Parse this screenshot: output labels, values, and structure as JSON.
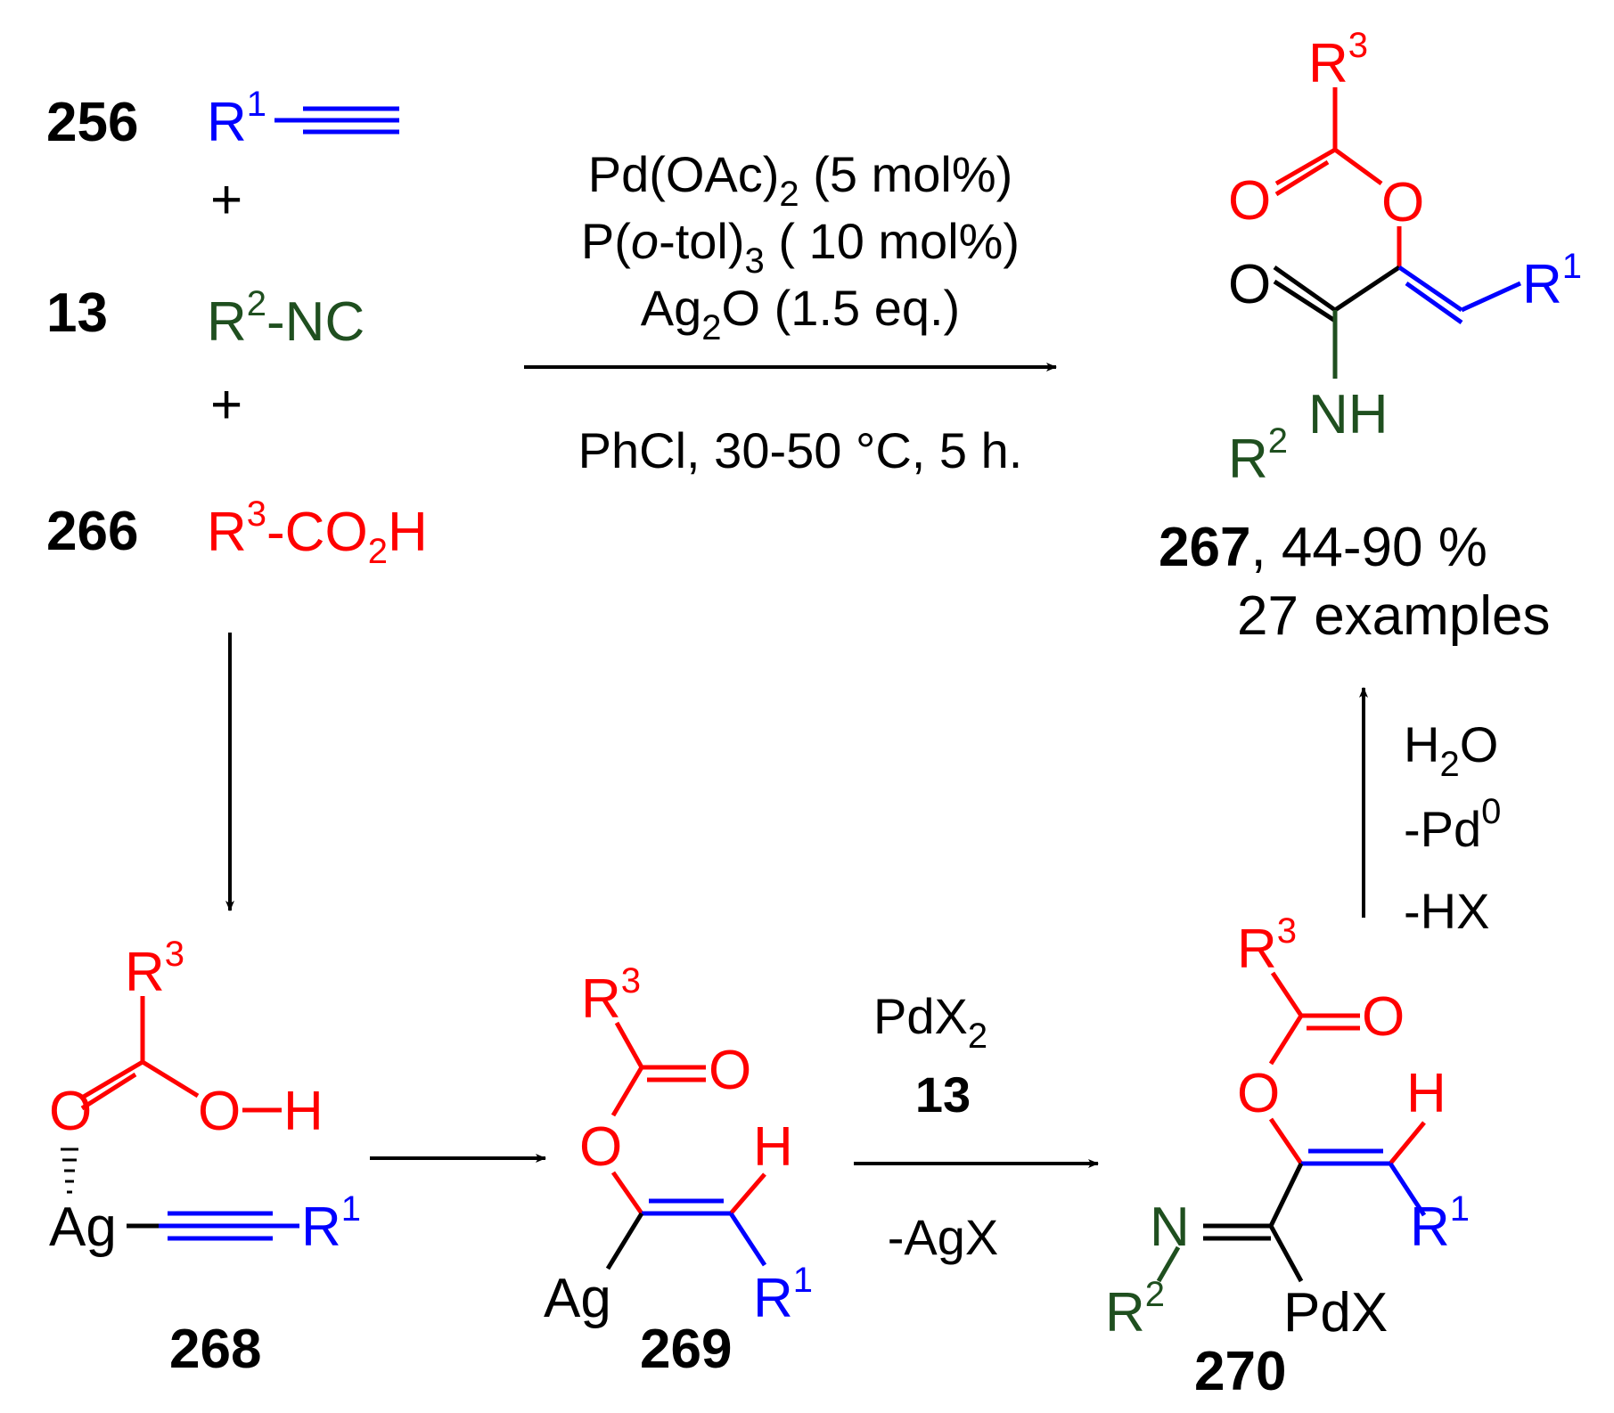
{
  "colors": {
    "black": "#000000",
    "red": "#ff0000",
    "blue": "#0000ff",
    "green": "#1f4f1f"
  },
  "reactants": {
    "alkyne": {
      "number": "256",
      "r": "R",
      "r_sup": "1"
    },
    "plus1": "+",
    "isocyanide": {
      "number": "13",
      "r": "R",
      "r_sup": "2",
      "rest": "-NC"
    },
    "plus2": "+",
    "acid": {
      "number": "266",
      "r": "R",
      "r_sup": "3",
      "mid": "-CO",
      "sub": "2",
      "end": "H"
    }
  },
  "conditions_main": {
    "line1_a": "Pd(OAc)",
    "line1_sub": "2",
    "line1_b": " (5 mol%)",
    "line2_a": "P(",
    "line2_ital": "o",
    "line2_b": "-tol)",
    "line2_sub": "3",
    "line2_c": " ( 10 mol%)",
    "line3_a": "Ag",
    "line3_sub": "2",
    "line3_b": "O (1.5 eq.)",
    "line4": "PhCl, 30-50 °C, 5 h."
  },
  "product": {
    "number": "267",
    "yield": ", 44-90 %",
    "examples": "27 examples",
    "atoms": {
      "o_carbonyl_ester": "O",
      "o_ester": "O",
      "o_amide": "O",
      "nh": "NH",
      "r1": "R",
      "r1_sup": "1",
      "r2": "R",
      "r2_sup": "2",
      "r3": "R",
      "r3_sup": "3"
    }
  },
  "step_up": {
    "line1_a": "H",
    "line1_sub": "2",
    "line1_b": "O",
    "line2_a": "-Pd",
    "line2_sup": "0",
    "line3": "-HX"
  },
  "intermediate_268": {
    "number": "268",
    "atoms": {
      "r3": "R",
      "r3_sup": "3",
      "o_carbonyl": "O",
      "oh": "O",
      "h": "H",
      "ag": "Ag",
      "r1": "R",
      "r1_sup": "1"
    }
  },
  "intermediate_269": {
    "number": "269",
    "atoms": {
      "r3": "R",
      "r3_sup": "3",
      "o_carbonyl": "O",
      "o_ester": "O",
      "h": "H",
      "ag": "Ag",
      "r1": "R",
      "r1_sup": "1"
    }
  },
  "step_269_270": {
    "line1_a": "PdX",
    "line1_sub": "2",
    "line2": "13",
    "line3": "-AgX"
  },
  "intermediate_270": {
    "number": "270",
    "atoms": {
      "r3": "R",
      "r3_sup": "3",
      "o_carbonyl": "O",
      "o_ester": "O",
      "h": "H",
      "n": "N",
      "r2": "R",
      "r2_sup": "2",
      "pdx": "PdX",
      "r1": "R",
      "r1_sup": "1"
    }
  }
}
